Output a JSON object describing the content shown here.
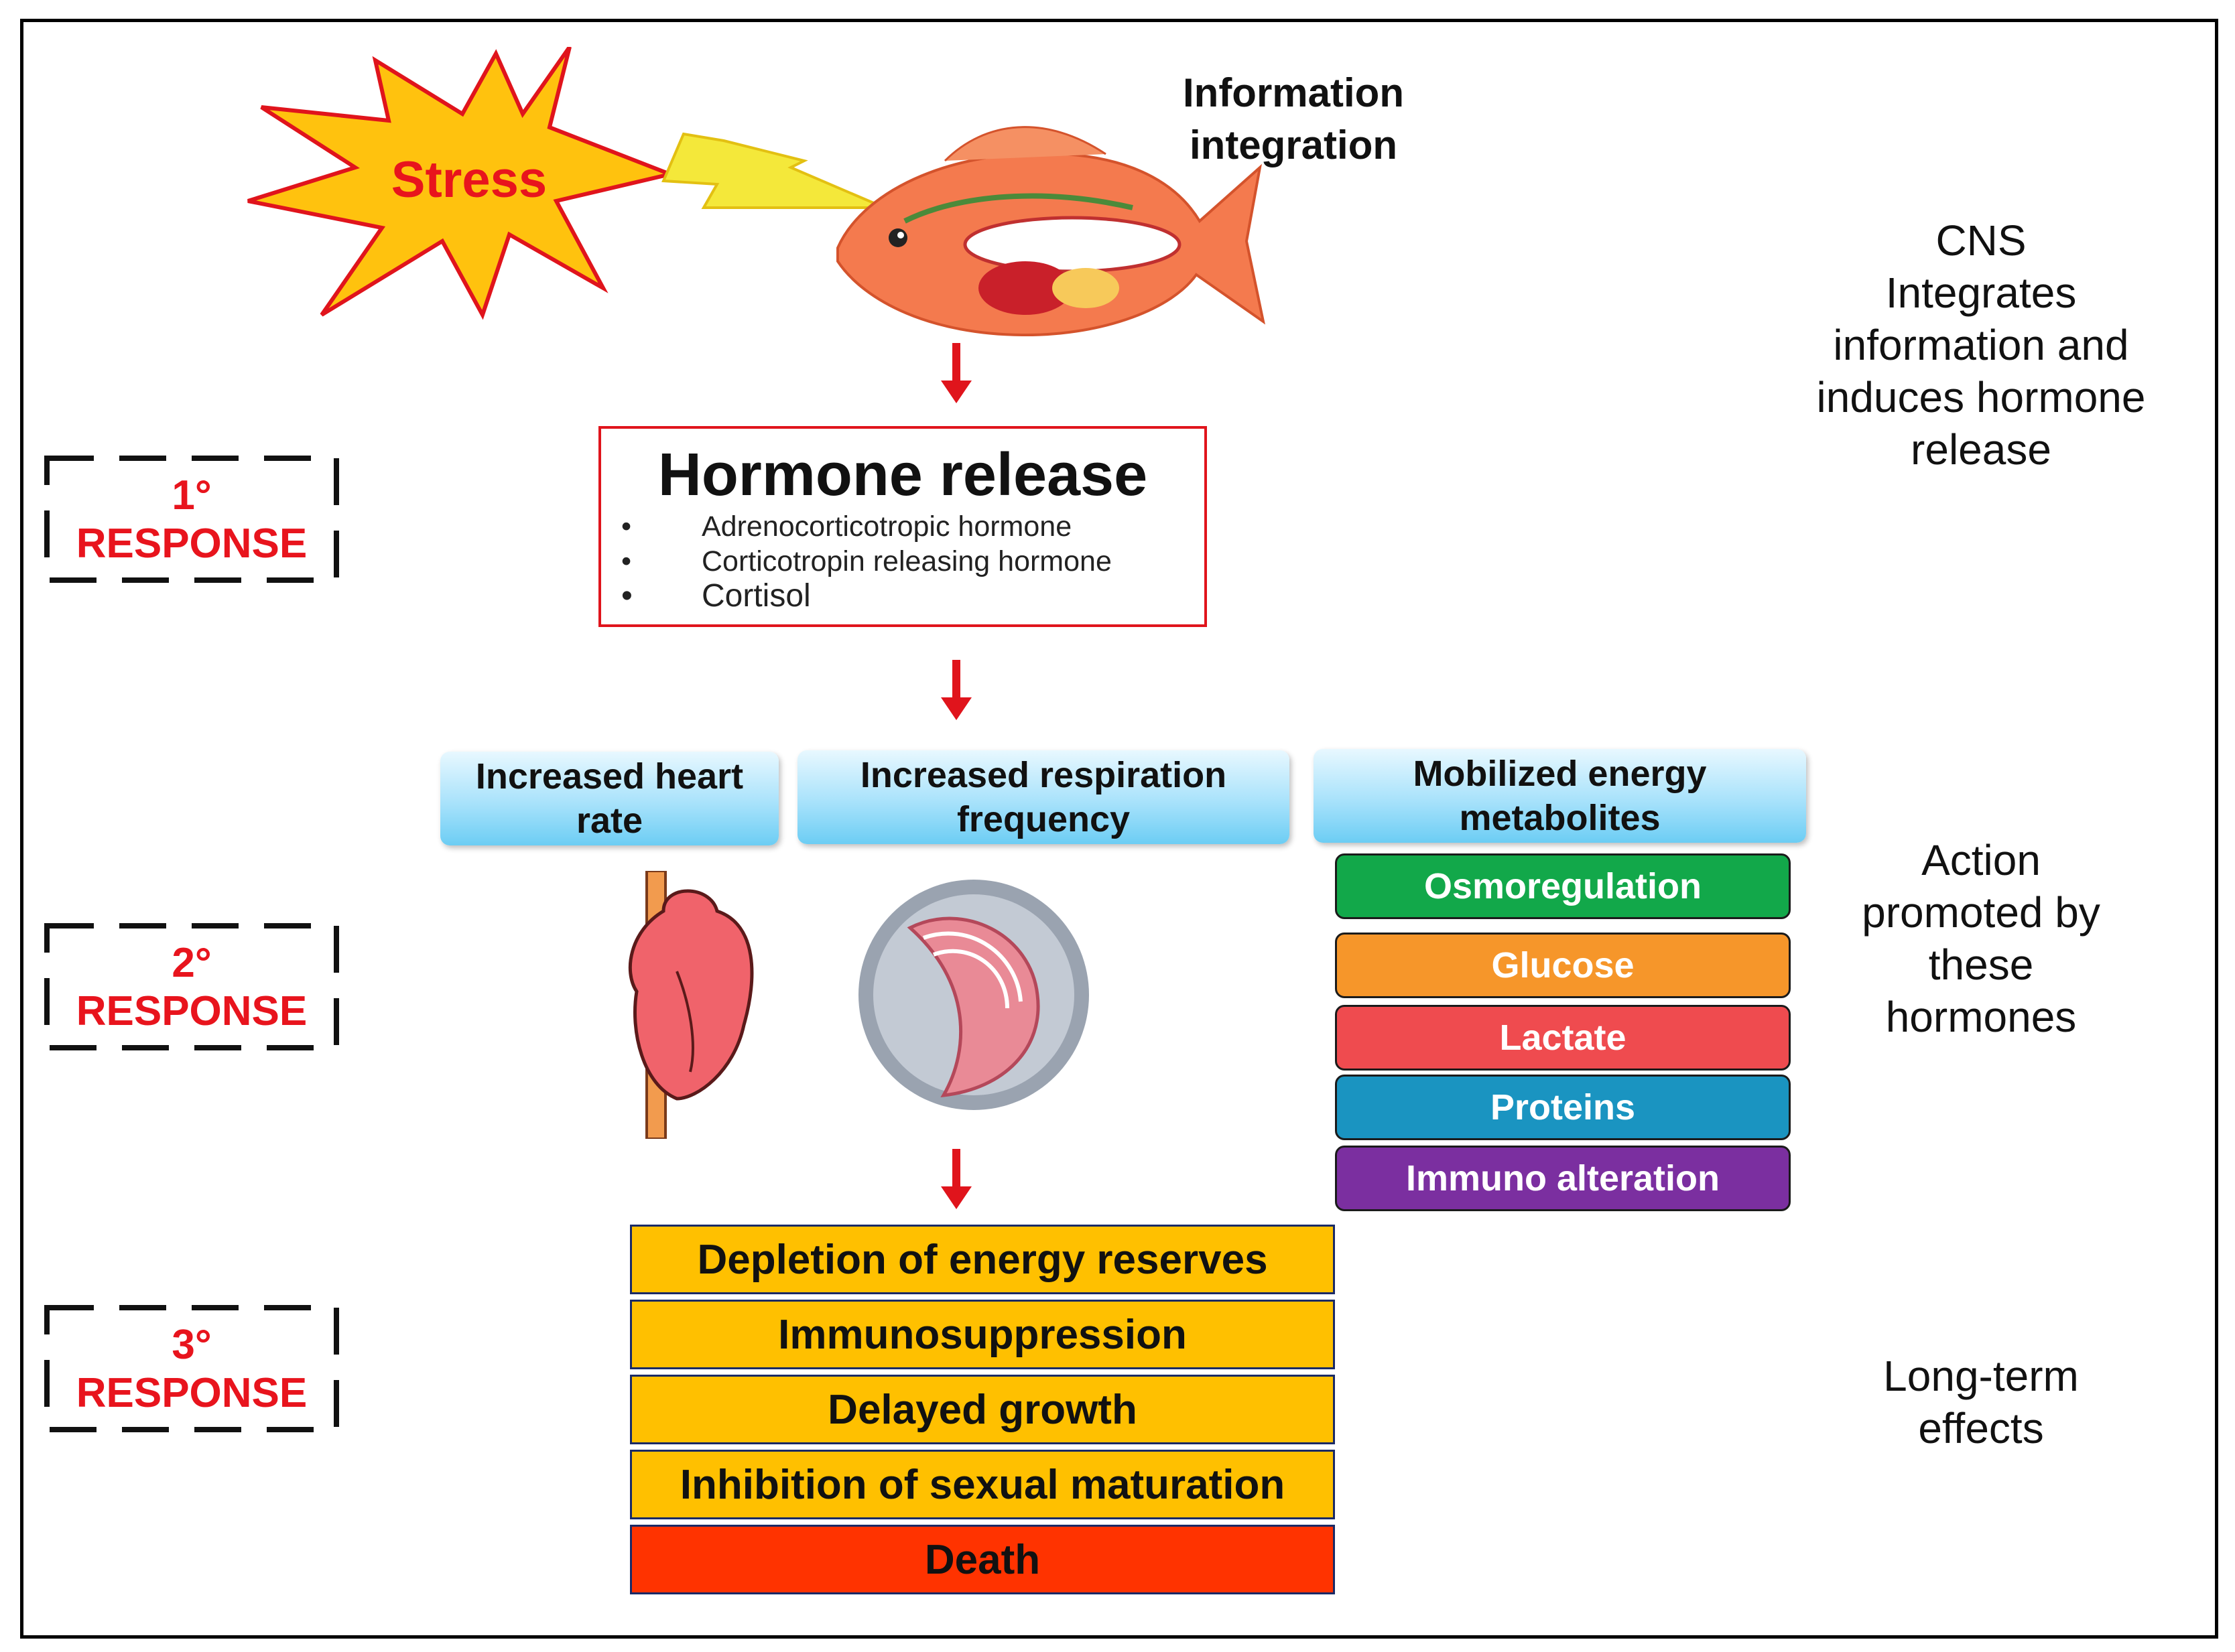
{
  "stress": {
    "label": "Stress"
  },
  "info_integration": {
    "line1": "Information",
    "line2": "integration"
  },
  "side_notes": {
    "cns": [
      "CNS",
      "Integrates",
      "information and",
      "induces hormone",
      "release"
    ],
    "action": [
      "Action",
      "promoted by",
      "these",
      "hormones"
    ],
    "long_term": [
      "Long-term",
      "effects"
    ]
  },
  "responses": [
    {
      "number": "1°",
      "label": "RESPONSE"
    },
    {
      "number": "2°",
      "label": "RESPONSE"
    },
    {
      "number": "3°",
      "label": "RESPONSE"
    }
  ],
  "hormone_release": {
    "title": "Hormone release",
    "bullet": "•",
    "items": [
      "Adrenocorticotropic hormone",
      "Corticotropin releasing hormone",
      "Cortisol"
    ]
  },
  "secondary_headers": {
    "heart": [
      "Increased heart",
      "rate"
    ],
    "respiration": [
      "Increased respiration",
      "frequency"
    ],
    "metabolites": [
      "Mobilized energy",
      "metabolites"
    ]
  },
  "metabolites": [
    {
      "label": "Osmoregulation",
      "color": "#12a84a"
    },
    {
      "label": "Glucose",
      "color": "#f6962a"
    },
    {
      "label": "Lactate",
      "color": "#ef4b4f"
    },
    {
      "label": "Proteins",
      "color": "#1a94c1"
    },
    {
      "label": "Immuno alteration",
      "color": "#7b2fa0"
    }
  ],
  "effects": [
    {
      "label": "Depletion of energy reserves",
      "color": "#ffc000"
    },
    {
      "label": "Immunosuppression",
      "color": "#ffc000"
    },
    {
      "label": "Delayed growth",
      "color": "#ffc000"
    },
    {
      "label": "Inhibition of sexual maturation",
      "color": "#ffc000"
    },
    {
      "label": "Death",
      "color": "#ff3300"
    }
  ],
  "colors": {
    "accent_red": "#e0141c",
    "frame": "#000000"
  },
  "icons": [
    "stress-burst-icon",
    "lightning-bolt-icon",
    "fish-anatomy-icon",
    "heart-icon",
    "gill-icon"
  ]
}
